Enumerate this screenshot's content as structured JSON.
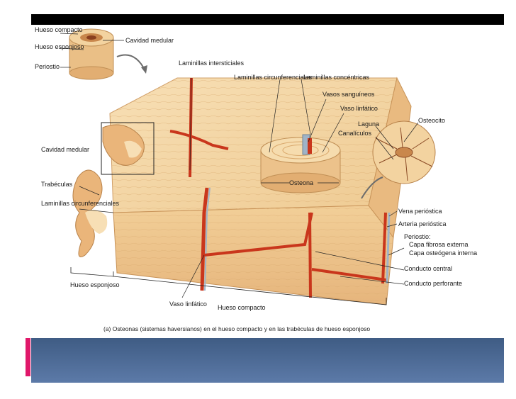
{
  "labels": {
    "hueso_compacto_top": "Hueso compacto",
    "hueso_esponjoso_top": "Hueso esponjoso",
    "periostio_top": "Periostio",
    "cavidad_medular_top": "Cavidad medular",
    "laminillas_intersticiales": "Laminillas intersticiales",
    "laminillas_circunferenciales_top": "Laminillas circunferenciales",
    "laminillas_concentricas": "Laminillas concéntricas",
    "vasos_sanguineos": "Vasos sanguíneos",
    "vaso_linfatico_top": "Vaso linfático",
    "osteocito": "Osteocito",
    "laguna": "Laguna",
    "canaliculos": "Canalículos",
    "cavidad_medular_left": "Cavidad medular",
    "trabeculas": "Trabéculas",
    "laminillas_circunferenciales_left": "Laminillas circunferenciales",
    "osteona": "Osteona",
    "vena_periostica": "Vena perióstica",
    "arteria_periostica": "Arteria perióstica",
    "periostio_right": "Periostio:",
    "capa_fibrosa": "Capa fibrosa externa",
    "capa_osteogena": "Capa osteógena interna",
    "conducto_central": "Conducto central",
    "conducto_perforante": "Conducto perforante",
    "hueso_esponjoso_bottom": "Hueso esponjoso",
    "vaso_linfatico_bottom": "Vaso linfático",
    "hueso_compacto_bottom": "Hueso compacto"
  },
  "caption": "(a) Osteonas (sistemas haversianos) en el hueso compacto y en las trabéculas de hueso esponjoso",
  "colors": {
    "bone": "#f3d3a0",
    "bone_dark": "#e2b57a",
    "vessel_red": "#c9361c",
    "vessel_blue": "#9fb3c7",
    "band": "#4a6793",
    "accent": "#e0186a"
  }
}
